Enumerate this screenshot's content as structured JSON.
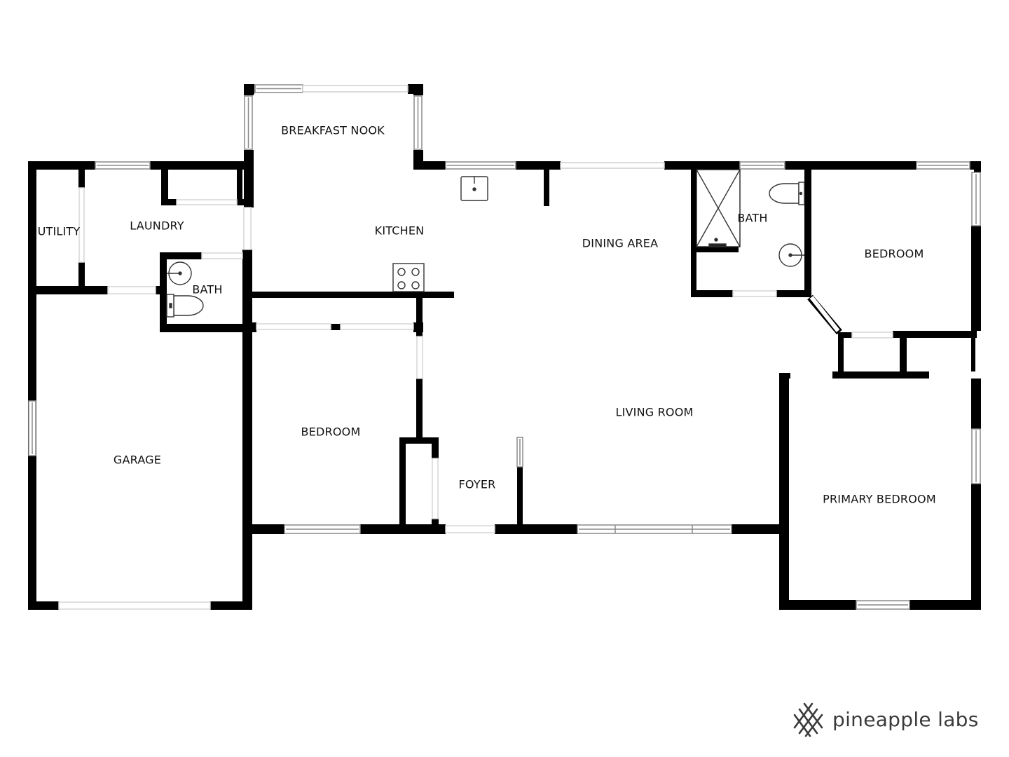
{
  "floorplan": {
    "rooms": [
      {
        "id": "breakfast-nook",
        "label": "BREAKFAST NOOK"
      },
      {
        "id": "utility",
        "label": "UTILITY"
      },
      {
        "id": "laundry",
        "label": "LAUNDRY"
      },
      {
        "id": "kitchen",
        "label": "KITCHEN"
      },
      {
        "id": "dining-area",
        "label": "DINING AREA"
      },
      {
        "id": "bath-right",
        "label": "BATH"
      },
      {
        "id": "bedroom-right",
        "label": "BEDROOM"
      },
      {
        "id": "bath-left",
        "label": "BATH"
      },
      {
        "id": "garage",
        "label": "GARAGE"
      },
      {
        "id": "bedroom-left",
        "label": "BEDROOM"
      },
      {
        "id": "living-room",
        "label": "LIVING ROOM"
      },
      {
        "id": "foyer",
        "label": "FOYER"
      },
      {
        "id": "primary-bedroom",
        "label": "PRIMARY BEDROOM"
      }
    ],
    "wall_color": "#000000",
    "window_color": "#8a8a8a"
  },
  "brand": {
    "name": "pineapple labs",
    "logo_icon": "pineapple-lattice-icon",
    "text_color": "#3a3a3a"
  }
}
